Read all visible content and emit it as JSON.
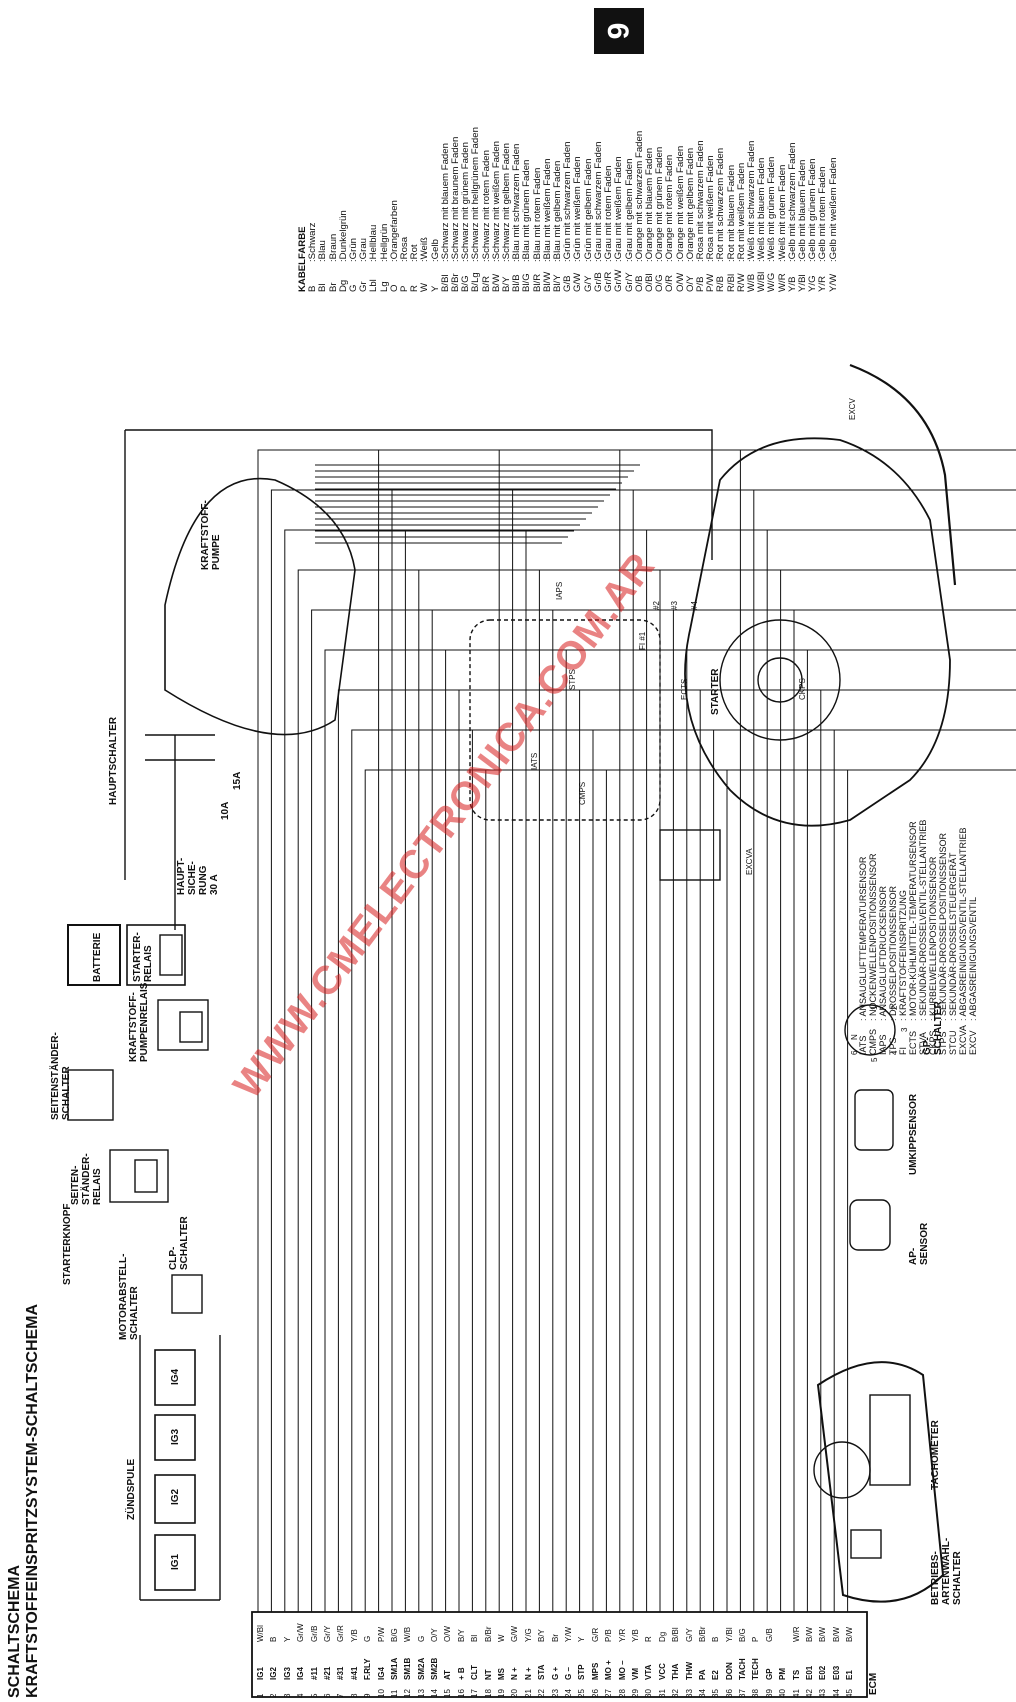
{
  "header": {
    "title_1": "SCHALTSCHEMA",
    "title_2": "KRAFTSTOFFEINSPRITZSYSTEM-SCHALTSCHEMA",
    "page_number": "9"
  },
  "legend": {
    "title": "KABELFARBE",
    "rows": [
      {
        "code": "B",
        "text": ":Schwarz"
      },
      {
        "code": "Bl",
        "text": ":Blau"
      },
      {
        "code": "Br",
        "text": ":Braun"
      },
      {
        "code": "Dg",
        "text": ":Dunkelgrün"
      },
      {
        "code": "G",
        "text": ":Grün"
      },
      {
        "code": "Gr",
        "text": ":Grau"
      },
      {
        "code": "Lbl",
        "text": ":Hellblau"
      },
      {
        "code": "Lg",
        "text": ":Hellgrün"
      },
      {
        "code": "O",
        "text": ":Orangefarben"
      },
      {
        "code": "P",
        "text": ":Rosa"
      },
      {
        "code": "R",
        "text": ":Rot"
      },
      {
        "code": "W",
        "text": ":Weiß"
      },
      {
        "code": "Y",
        "text": ":Gelb"
      },
      {
        "code": "B/Bl",
        "text": ":Schwarz mit blauem Faden"
      },
      {
        "code": "B/Br",
        "text": ":Schwarz mit braunem Faden"
      },
      {
        "code": "B/G",
        "text": ":Schwarz mit grünem Faden"
      },
      {
        "code": "B/Lg",
        "text": ":Schwarz mit hellgrünem Faden"
      },
      {
        "code": "B/R",
        "text": ":Schwarz mit rotem Faden"
      },
      {
        "code": "B/W",
        "text": ":Schwarz mit weißem Faden"
      },
      {
        "code": "B/Y",
        "text": ":Schwarz mit gelbem Faden"
      },
      {
        "code": "Bl/B",
        "text": ":Blau mit schwarzem Faden"
      },
      {
        "code": "Bl/G",
        "text": ":Blau mit grünem Faden"
      },
      {
        "code": "Bl/R",
        "text": ":Blau mit rotem Faden"
      },
      {
        "code": "Bl/W",
        "text": ":Blau mit weißem Faden"
      },
      {
        "code": "Bl/Y",
        "text": ":Blau mit gelbem Faden"
      },
      {
        "code": "G/B",
        "text": ":Grün mit schwarzem Faden"
      },
      {
        "code": "G/W",
        "text": ":Grün mit weißem Faden"
      },
      {
        "code": "G/Y",
        "text": ":Grün mit gelbem Faden"
      },
      {
        "code": "Gr/B",
        "text": ":Grau mit schwarzem Faden"
      },
      {
        "code": "Gr/R",
        "text": ":Grau mit rotem Faden"
      },
      {
        "code": "Gr/W",
        "text": ":Grau mit weißem Faden"
      },
      {
        "code": "Gr/Y",
        "text": ":Grau mit gelbem Faden"
      },
      {
        "code": "O/B",
        "text": ":Orange mit schwarzem Faden"
      },
      {
        "code": "O/Bl",
        "text": ":Orange mit blauem Faden"
      },
      {
        "code": "O/G",
        "text": ":Orange mit grünem Faden"
      },
      {
        "code": "O/R",
        "text": ":Orange mit rotem Faden"
      },
      {
        "code": "O/W",
        "text": ":Orange mit weißem Faden"
      },
      {
        "code": "O/Y",
        "text": ":Orange mit gelbem Faden"
      },
      {
        "code": "P/B",
        "text": ":Rosa mit schwarzem Faden"
      },
      {
        "code": "P/W",
        "text": ":Rosa mit weißem Faden"
      },
      {
        "code": "R/B",
        "text": ":Rot mit schwarzem Faden"
      },
      {
        "code": "R/Bl",
        "text": ":Rot mit blauem Faden"
      },
      {
        "code": "R/W",
        "text": ":Rot mit weißem Faden"
      },
      {
        "code": "W/B",
        "text": ":Weiß mit schwarzem Faden"
      },
      {
        "code": "W/Bl",
        "text": ":Weiß mit blauem Faden"
      },
      {
        "code": "W/G",
        "text": ":Weiß mit grünem Faden"
      },
      {
        "code": "W/R",
        "text": ":Weiß mit rotem Faden"
      },
      {
        "code": "Y/B",
        "text": ":Gelb mit schwarzem Faden"
      },
      {
        "code": "Y/Bl",
        "text": ":Gelb mit blauem Faden"
      },
      {
        "code": "Y/G",
        "text": ":Gelb mit grünem Faden"
      },
      {
        "code": "Y/R",
        "text": ":Gelb mit rotem Faden"
      },
      {
        "code": "Y/W",
        "text": ":Gelb mit weißem Faden"
      }
    ]
  },
  "components": {
    "kraftstoffpumpe": "KRAFTSTOFF-\nPUMPE",
    "hauptschalter": "HAUPTSCHALTER",
    "hauptsicherung": "HAUPT-\nSICHE-\nRUNG\n30 A",
    "fuse_10a": "10A",
    "fuse_15a": "15A",
    "batterie": "BATTERIE",
    "starterrelais": "STARTER-\nRELAIS",
    "kraftstoffpumpenrelais": "KRAFTSTOFF-\nPUMPENRELAIS",
    "seitenstaenderschalter": "SEITENSTÄNDER-\nSCHALTER",
    "seitenstaenderrelais": "SEITEN-\nSTÄNDER-\nRELAIS",
    "starterknopf": "STARTERKNOPF",
    "motorabstellschalter": "MOTORABSTELL-\nSCHALTER",
    "clp_schalter": "CLP-\nSCHALTER",
    "zuendspule": "ZÜNDSPULE",
    "ig_coils": [
      "IG1",
      "IG2",
      "IG3",
      "IG4"
    ],
    "tachometer": "TACHOMETER",
    "betriebsartenwahlschalter": "BETRIEBS-\nARTENWAHL-\nSCHALTER",
    "ecm": "ECM",
    "starter": "STARTER",
    "gp_schalter": "GP-\nSCHALTER",
    "umkippsensor": "UMKIPPSENSOR",
    "ap_sensor": "AP-\nSENSOR",
    "excv": "EXCV",
    "excva": "EXCVA",
    "iaps": "IAPS",
    "iats": "IATS",
    "cmps": "CMPS",
    "ckps": "CKPS",
    "ects": "ECTS",
    "stps": "STPS",
    "fi_labels": [
      "FI #1",
      "#2",
      "#3",
      "#4"
    ]
  },
  "gp_positions": [
    "N",
    "1",
    "2",
    "3",
    "4",
    "5",
    "6"
  ],
  "abbreviations": [
    {
      "code": "IATS",
      "text": ": ANSAUGLUFTTEMPERATURSENSOR"
    },
    {
      "code": "CMPS",
      "text": ": NOCKENWELLENPOSITIONSSENSOR"
    },
    {
      "code": "IAPS",
      "text": ": ANSAUGLUFTDRUCKSENSOR"
    },
    {
      "code": "TPS",
      "text": ": DROSSELPOSITIONSSENSOR"
    },
    {
      "code": "FI",
      "text": ": KRAFTSTOFFEINSPRITZUNG"
    },
    {
      "code": "ECTS",
      "text": ": MOTOR-KÜHLMITTEL-TEMPERATURSENSOR"
    },
    {
      "code": "STVA",
      "text": ": SEKUNDÄR-DROSSELVENTIL-STELLANTRIEB"
    },
    {
      "code": "CKPS",
      "text": ": KURBELWELLENPOSITIONSSENSOR"
    },
    {
      "code": "STPS",
      "text": ": SEKUNDÄR-DROSSELPOSITIONSSENSOR"
    },
    {
      "code": "STCU",
      "text": ": SEKUNDÄR-DROSSELSTEUERGERÄT"
    },
    {
      "code": "EXCVA",
      "text": ": ABGASREINIGUNGSVENTIL-STELLANTRIEB"
    },
    {
      "code": "EXCV",
      "text": ": ABGASREINIGUNGSVENTIL"
    }
  ],
  "ecm_pins": [
    {
      "n": "1",
      "name": "IG1",
      "wire": "W/Bl"
    },
    {
      "n": "2",
      "name": "IG2",
      "wire": "B"
    },
    {
      "n": "3",
      "name": "IG3",
      "wire": "Y"
    },
    {
      "n": "4",
      "name": "IG4",
      "wire": "Gr/W"
    },
    {
      "n": "5",
      "name": "#11",
      "wire": "Gr/B"
    },
    {
      "n": "6",
      "name": "#21",
      "wire": "Gr/Y"
    },
    {
      "n": "7",
      "name": "#31",
      "wire": "Gr/R"
    },
    {
      "n": "8",
      "name": "#41",
      "wire": "Y/B"
    },
    {
      "n": "9",
      "name": "F.RLY",
      "wire": "G"
    },
    {
      "n": "10",
      "name": "IG4",
      "wire": "P/W"
    },
    {
      "n": "11",
      "name": "SM1A",
      "wire": "B/G"
    },
    {
      "n": "12",
      "name": "SM1B",
      "wire": "W/B"
    },
    {
      "n": "13",
      "name": "SM2A",
      "wire": "G"
    },
    {
      "n": "14",
      "name": "SM2B",
      "wire": "O/Y"
    },
    {
      "n": "15",
      "name": "AT",
      "wire": "O/W"
    },
    {
      "n": "16",
      "name": "+ B",
      "wire": "B/Y"
    },
    {
      "n": "17",
      "name": "CLT",
      "wire": "Bl"
    },
    {
      "n": "18",
      "name": "NT",
      "wire": "B/Br"
    },
    {
      "n": "19",
      "name": "MS",
      "wire": "W"
    },
    {
      "n": "20",
      "name": "N +",
      "wire": "G/W"
    },
    {
      "n": "21",
      "name": "N +",
      "wire": "Y/G"
    },
    {
      "n": "22",
      "name": "STA",
      "wire": "B/Y"
    },
    {
      "n": "23",
      "name": "G +",
      "wire": "Br"
    },
    {
      "n": "24",
      "name": "G –",
      "wire": "Y/W"
    },
    {
      "n": "25",
      "name": "STP",
      "wire": "Y"
    },
    {
      "n": "26",
      "name": "MPS",
      "wire": "G/R"
    },
    {
      "n": "27",
      "name": "MO +",
      "wire": "P/B"
    },
    {
      "n": "28",
      "name": "MO –",
      "wire": "Y/R"
    },
    {
      "n": "29",
      "name": "VM",
      "wire": "Y/B"
    },
    {
      "n": "30",
      "name": "VTA",
      "wire": "R"
    },
    {
      "n": "31",
      "name": "VCC",
      "wire": "Dg"
    },
    {
      "n": "32",
      "name": "THA",
      "wire": "B/Bl"
    },
    {
      "n": "33",
      "name": "THW",
      "wire": "G/Y"
    },
    {
      "n": "34",
      "name": "PA",
      "wire": "B/Br"
    },
    {
      "n": "35",
      "name": "E2",
      "wire": "B"
    },
    {
      "n": "36",
      "name": "DON",
      "wire": "Y/Bl"
    },
    {
      "n": "37",
      "name": "TACH",
      "wire": "B/G"
    },
    {
      "n": "38",
      "name": "TECH",
      "wire": "P"
    },
    {
      "n": "39",
      "name": "GP",
      "wire": "G/B"
    },
    {
      "n": "40",
      "name": "PM",
      "wire": ""
    },
    {
      "n": "41",
      "name": "TS",
      "wire": "W/R"
    },
    {
      "n": "42",
      "name": "E01",
      "wire": "B/W"
    },
    {
      "n": "43",
      "name": "E02",
      "wire": "B/W"
    },
    {
      "n": "44",
      "name": "E03",
      "wire": "B/W"
    },
    {
      "n": "45",
      "name": "E1",
      "wire": "B/W"
    }
  ],
  "watermark": "WWW.CMELECTRONICA.COM.AR"
}
